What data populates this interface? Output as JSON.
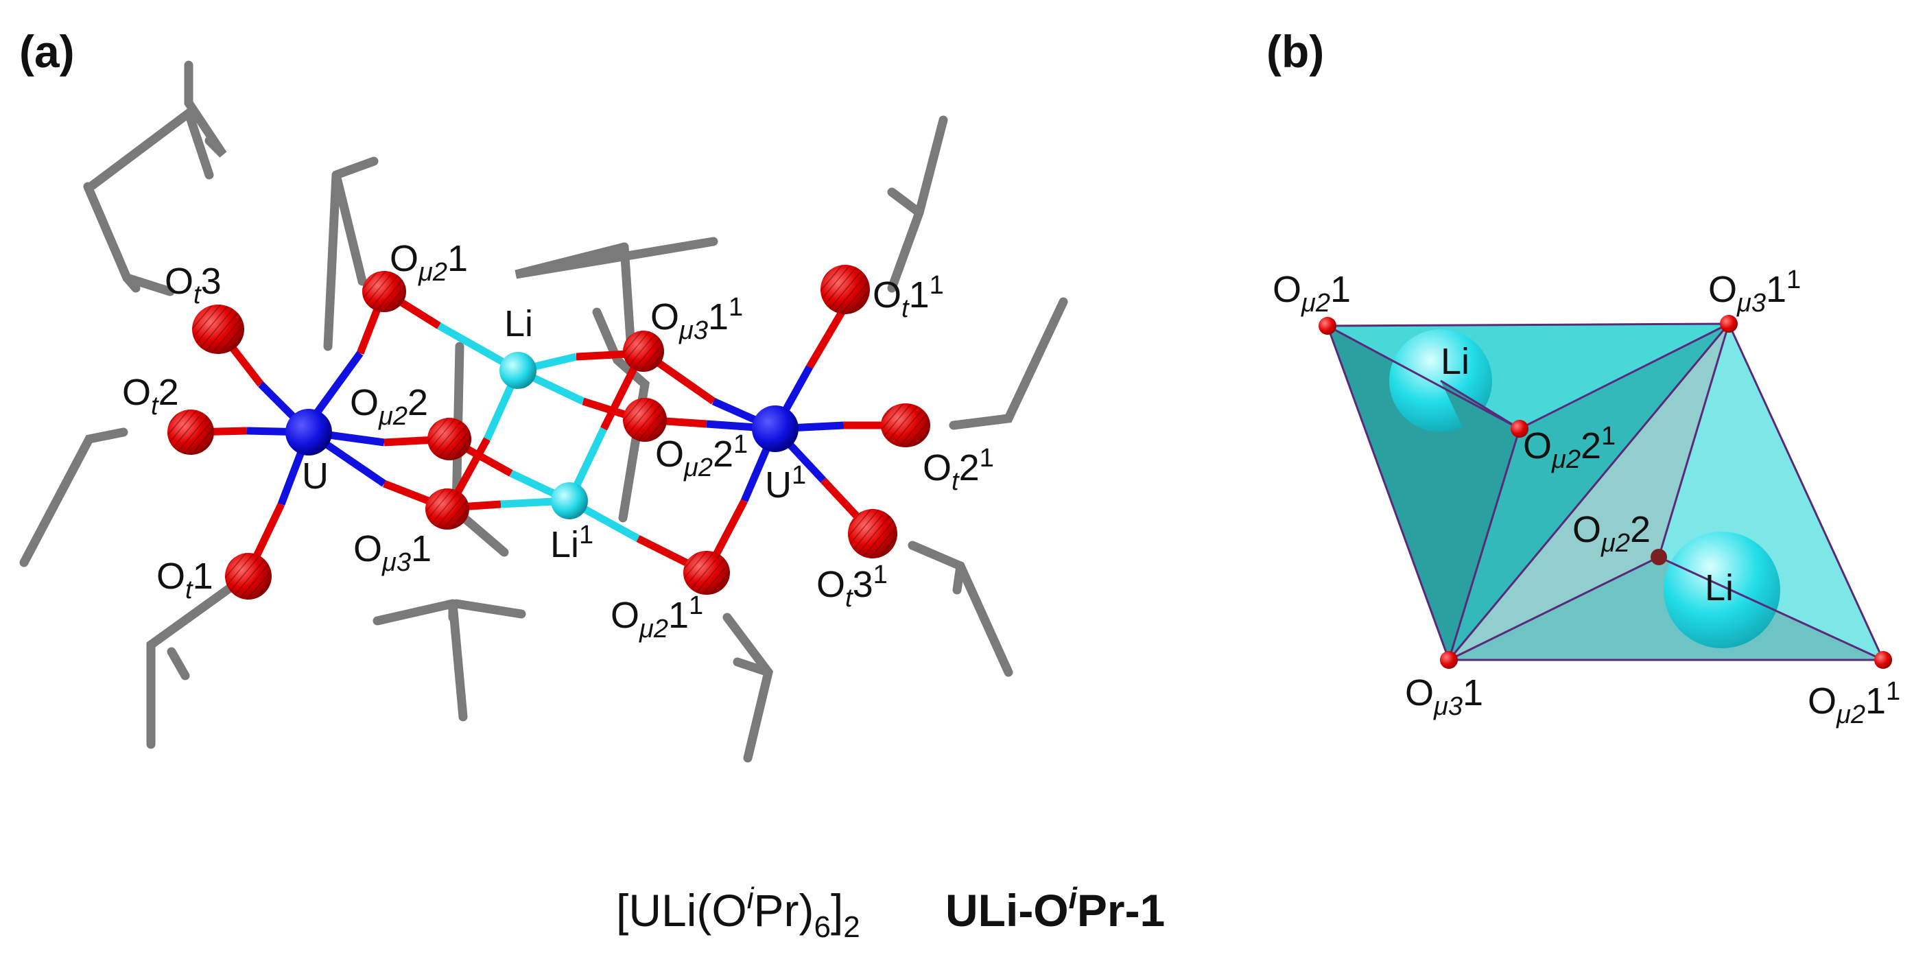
{
  "panel_a": {
    "label": "(a)",
    "atoms": {
      "U": {
        "base": "U",
        "sub": "",
        "tail": "",
        "sup": ""
      },
      "U1": {
        "base": "U",
        "sub": "",
        "tail": "",
        "sup": "1"
      },
      "Li": {
        "base": "Li",
        "sub": "",
        "tail": "",
        "sup": ""
      },
      "Li1": {
        "base": "Li",
        "sub": "",
        "tail": "",
        "sup": "1"
      },
      "Ot1": {
        "base": "O",
        "sub": "t",
        "tail": "1",
        "sup": ""
      },
      "Ot2": {
        "base": "O",
        "sub": "t",
        "tail": "2",
        "sup": ""
      },
      "Ot3": {
        "base": "O",
        "sub": "t",
        "tail": "3",
        "sup": ""
      },
      "Ot1_1": {
        "base": "O",
        "sub": "t",
        "tail": "1",
        "sup": "1"
      },
      "Ot2_1": {
        "base": "O",
        "sub": "t",
        "tail": "2",
        "sup": "1"
      },
      "Ot3_1": {
        "base": "O",
        "sub": "t",
        "tail": "3",
        "sup": "1"
      },
      "Omu2_1": {
        "base": "O",
        "sub": "μ2",
        "tail": "1",
        "sup": ""
      },
      "Omu2_2": {
        "base": "O",
        "sub": "μ2",
        "tail": "2",
        "sup": ""
      },
      "Omu2_1_1": {
        "base": "O",
        "sub": "μ2",
        "tail": "1",
        "sup": "1"
      },
      "Omu2_2_1": {
        "base": "O",
        "sub": "μ2",
        "tail": "2",
        "sup": "1"
      },
      "Omu3_1": {
        "base": "O",
        "sub": "μ3",
        "tail": "1",
        "sup": ""
      },
      "Omu3_1_1": {
        "base": "O",
        "sub": "μ3",
        "tail": "1",
        "sup": "1"
      }
    }
  },
  "panel_b": {
    "label": "(b)",
    "vertices": {
      "Omu2_1": {
        "base": "O",
        "sub": "μ2",
        "tail": "1",
        "sup": ""
      },
      "Omu3_1_1": {
        "base": "O",
        "sub": "μ3",
        "tail": "1",
        "sup": "1"
      },
      "Omu2_2_1": {
        "base": "O",
        "sub": "μ2",
        "tail": "2",
        "sup": "1"
      },
      "Omu2_2": {
        "base": "O",
        "sub": "μ2",
        "tail": "2",
        "sup": ""
      },
      "Omu3_1": {
        "base": "O",
        "sub": "μ3",
        "tail": "1",
        "sup": ""
      },
      "Omu2_1_1": {
        "base": "O",
        "sub": "μ2",
        "tail": "1",
        "sup": "1"
      }
    },
    "li_top": "Li",
    "li_bottom": "Li"
  },
  "caption": {
    "formula_open": "[ULi(O",
    "formula_sup": "i",
    "formula_mid": "Pr)",
    "formula_sub6": "6",
    "formula_close": "]",
    "formula_sub2": "2",
    "name_prefix": "ULi-O",
    "name_sup": "i",
    "name_suffix": "Pr-1"
  },
  "colors": {
    "oxygen": "#e00000",
    "uranium": "#1010e0",
    "lithium": "#22d8e8",
    "carbon": "#7a7a7a",
    "polyhedron": "#38c8c8"
  }
}
